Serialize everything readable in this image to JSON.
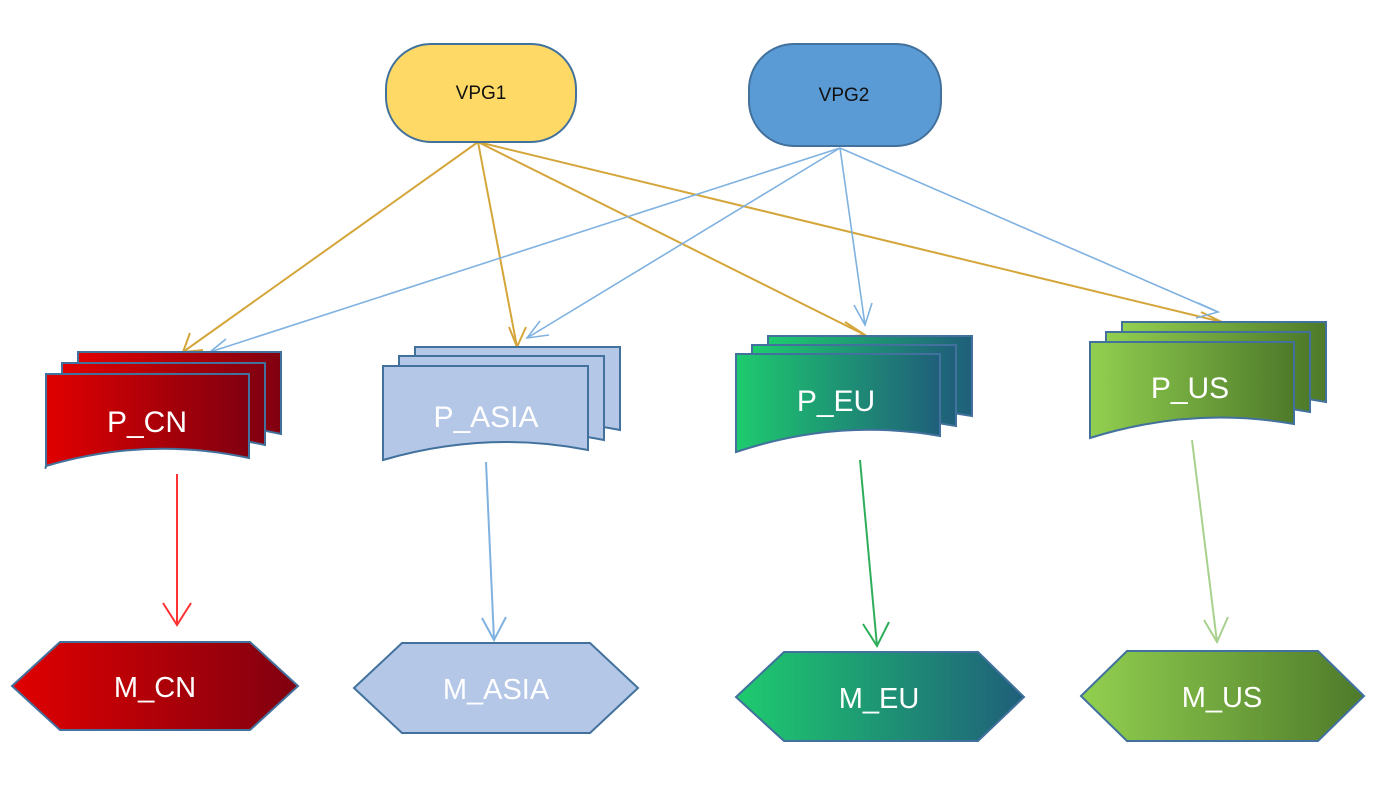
{
  "groups": [
    {
      "label": "VPG1",
      "fill": "#FFD966",
      "stroke": "#41719C",
      "line_color": "#D4A63A"
    },
    {
      "label": "VPG2",
      "fill": "#5B9BD5",
      "stroke": "#41719C",
      "line_color": "#7FB2E0"
    }
  ],
  "protection": [
    {
      "label": "P_CN",
      "fill_from": "#E00000",
      "fill_to": "#800010",
      "stroke": "#41719C",
      "text_color": "#ffffff"
    },
    {
      "label": "P_ASIA",
      "fill_from": "#B4C7E7",
      "fill_to": "#B4C7E7",
      "stroke": "#41719C",
      "text_color": "#ffffff"
    },
    {
      "label": "P_EU",
      "fill_from": "#1ECB6E",
      "fill_to": "#1F5F7A",
      "stroke": "#41719C",
      "text_color": "#ffffff"
    },
    {
      "label": "P_US",
      "fill_from": "#92D050",
      "fill_to": "#4E7A2A",
      "stroke": "#41719C",
      "text_color": "#ffffff"
    }
  ],
  "mirrors": [
    {
      "label": "M_CN",
      "fill_from": "#E00000",
      "fill_to": "#800010",
      "stroke": "#41719C",
      "arrow_color": "#FF3333"
    },
    {
      "label": "M_ASIA",
      "fill_from": "#B4C7E7",
      "fill_to": "#B4C7E7",
      "stroke": "#41719C",
      "arrow_color": "#7FB2E0"
    },
    {
      "label": "M_EU",
      "fill_from": "#1ECB6E",
      "fill_to": "#1F5F7A",
      "stroke": "#41719C",
      "arrow_color": "#2EAD5A"
    },
    {
      "label": "M_US",
      "fill_from": "#92D050",
      "fill_to": "#4E7A2A",
      "stroke": "#41719C",
      "arrow_color": "#A9D18E"
    }
  ],
  "connections": [
    {
      "from": "VPG1",
      "to": "P_CN"
    },
    {
      "from": "VPG1",
      "to": "P_ASIA"
    },
    {
      "from": "VPG1",
      "to": "P_EU"
    },
    {
      "from": "VPG1",
      "to": "P_US"
    },
    {
      "from": "VPG2",
      "to": "P_CN"
    },
    {
      "from": "VPG2",
      "to": "P_ASIA"
    },
    {
      "from": "VPG2",
      "to": "P_EU"
    },
    {
      "from": "VPG2",
      "to": "P_US"
    },
    {
      "from": "P_CN",
      "to": "M_CN"
    },
    {
      "from": "P_ASIA",
      "to": "M_ASIA"
    },
    {
      "from": "P_EU",
      "to": "M_EU"
    },
    {
      "from": "P_US",
      "to": "M_US"
    }
  ]
}
